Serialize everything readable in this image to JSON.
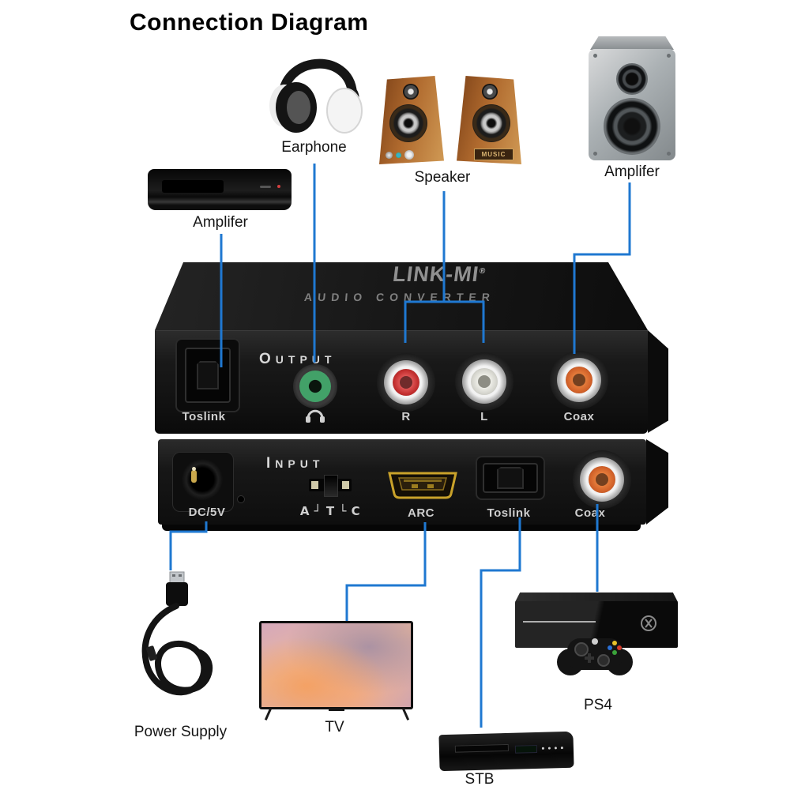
{
  "title": "Connection Diagram",
  "colors": {
    "connection_line": "#1f78d1",
    "panel_text": "#d8d8d8",
    "rca_red": "#c22f2f",
    "rca_white": "#d6d6cf",
    "rca_orange": "#d2622a",
    "jack_green": "#42a168",
    "hdmi_gold": "#c9a22a"
  },
  "converter": {
    "brand": "LINK-MI",
    "brand_mark": "®",
    "product": "AUDIO CONVERTER",
    "output": {
      "heading": "OUTPUT",
      "toslink_label": "Toslink",
      "r_label": "R",
      "l_label": "L",
      "coax_label": "Coax"
    },
    "input": {
      "heading": "INPUT",
      "dc_label": "DC/5V",
      "switch_label": "A ┘ T └ C",
      "arc_label": "ARC",
      "toslink_label": "Toslink",
      "coax_label": "Coax"
    }
  },
  "devices": {
    "earphone": {
      "label": "Earphone"
    },
    "speaker": {
      "label": "Speaker",
      "badge": "MUSIC"
    },
    "amplifier_right": {
      "label": "Amplifer"
    },
    "amplifier_left": {
      "label": "Amplifer"
    },
    "power_supply": {
      "label": "Power Supply"
    },
    "tv": {
      "label": "TV"
    },
    "ps4": {
      "label": "PS4"
    },
    "stb": {
      "label": "STB"
    }
  }
}
